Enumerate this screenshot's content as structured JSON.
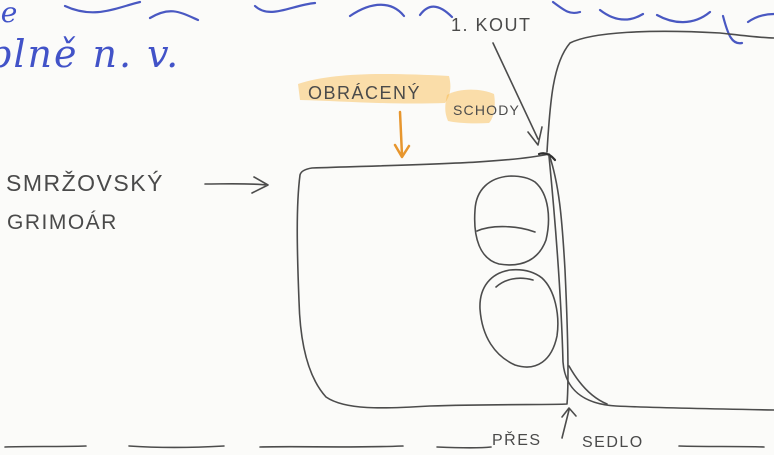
{
  "handwriting": {
    "line_a": "ze",
    "line_b": "plně n. v."
  },
  "labels": {
    "first_corner": "1. KOUT",
    "obraceny": "OBRÁCENÝ",
    "schody": "SCHODY",
    "grimoar_line1": "SMRŽOVSKÝ",
    "grimoar_line2": "GRIMOÁR",
    "pres": "PŘES",
    "sedlo": "SEDLO"
  },
  "icons": {
    "arrow_label": "arrow-icon",
    "orange_arrow": "orange-arrow-icon"
  },
  "colors": {
    "ink_blue": "#3f4fbf",
    "pencil": "#4c4c4c",
    "highlight": "#f7b23b",
    "orange": "#e7962e"
  }
}
